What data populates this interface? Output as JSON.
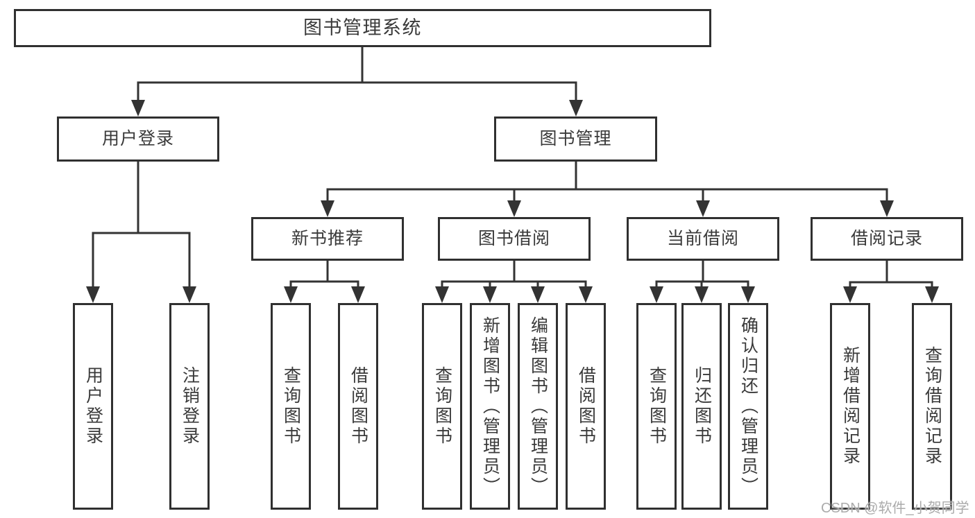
{
  "diagram": {
    "nodes": {
      "root": "图书管理系统",
      "user_login": "用户登录",
      "book_mgmt": "图书管理",
      "new_book_rec": "新书推荐",
      "book_borrow": "图书借阅",
      "current_borrow": "当前借阅",
      "borrow_record": "借阅记录",
      "ul_login": "用户登录",
      "ul_logout": "注销登录",
      "nbr_query": "查询图书",
      "nbr_borrow": "借阅图书",
      "bb_query": "查询图书",
      "bb_add": "新增图书（管理员）",
      "bb_edit": "编辑图书（管理员）",
      "bb_borrow": "借阅图书",
      "cb_query": "查询图书",
      "cb_return": "归还图书",
      "cb_confirm": "确认归还（管理员）",
      "br_add": "新增借阅记录",
      "br_query": "查询借阅记录"
    },
    "hierarchy": {
      "图书管理系统": {
        "用户登录": [
          "用户登录",
          "注销登录"
        ],
        "图书管理": {
          "新书推荐": [
            "查询图书",
            "借阅图书"
          ],
          "图书借阅": [
            "查询图书",
            "新增图书（管理员）",
            "编辑图书（管理员）",
            "借阅图书"
          ],
          "当前借阅": [
            "查询图书",
            "归还图书",
            "确认归还（管理员）"
          ],
          "借阅记录": [
            "新增借阅记录",
            "查询借阅记录"
          ]
        }
      }
    },
    "watermark": "CSDN @软件_小贺同学",
    "colors": {
      "line": "#333333",
      "box_border": "#303030",
      "box_fill": "#ffffff",
      "text": "#3a3a3a",
      "watermark": "#ababab"
    }
  }
}
